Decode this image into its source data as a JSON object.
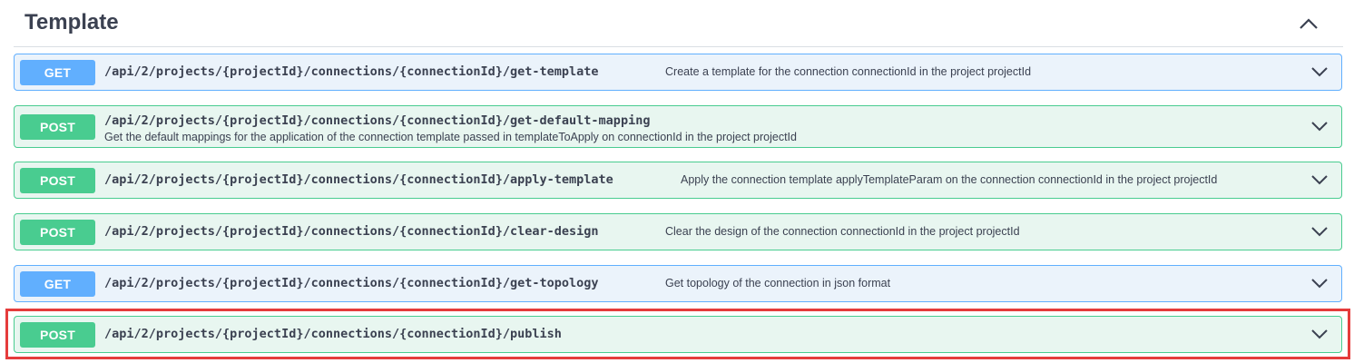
{
  "section": {
    "title": "Template"
  },
  "colors": {
    "get": "#61affe",
    "post": "#49cc90",
    "highlight": "#e53c3c"
  },
  "operations": [
    {
      "method": "GET",
      "path": "/api/2/projects/{projectId}/connections/{connectionId}/get-template",
      "description": "Create a template for the connection connectionId in the project projectId"
    },
    {
      "method": "POST",
      "path": "/api/2/projects/{projectId}/connections/{connectionId}/get-default-mapping",
      "description": "Get the default mappings for the application of the connection template passed in templateToApply on connectionId in the project projectId"
    },
    {
      "method": "POST",
      "path": "/api/2/projects/{projectId}/connections/{connectionId}/apply-template",
      "description": "Apply the connection template applyTemplateParam on the connection connectionId in the project projectId"
    },
    {
      "method": "POST",
      "path": "/api/2/projects/{projectId}/connections/{connectionId}/clear-design",
      "description": "Clear the design of the connection connectionId in the project projectId"
    },
    {
      "method": "GET",
      "path": "/api/2/projects/{projectId}/connections/{connectionId}/get-topology",
      "description": "Get topology of the connection in json format"
    },
    {
      "method": "POST",
      "path": "/api/2/projects/{projectId}/connections/{connectionId}/publish",
      "description": ""
    }
  ]
}
